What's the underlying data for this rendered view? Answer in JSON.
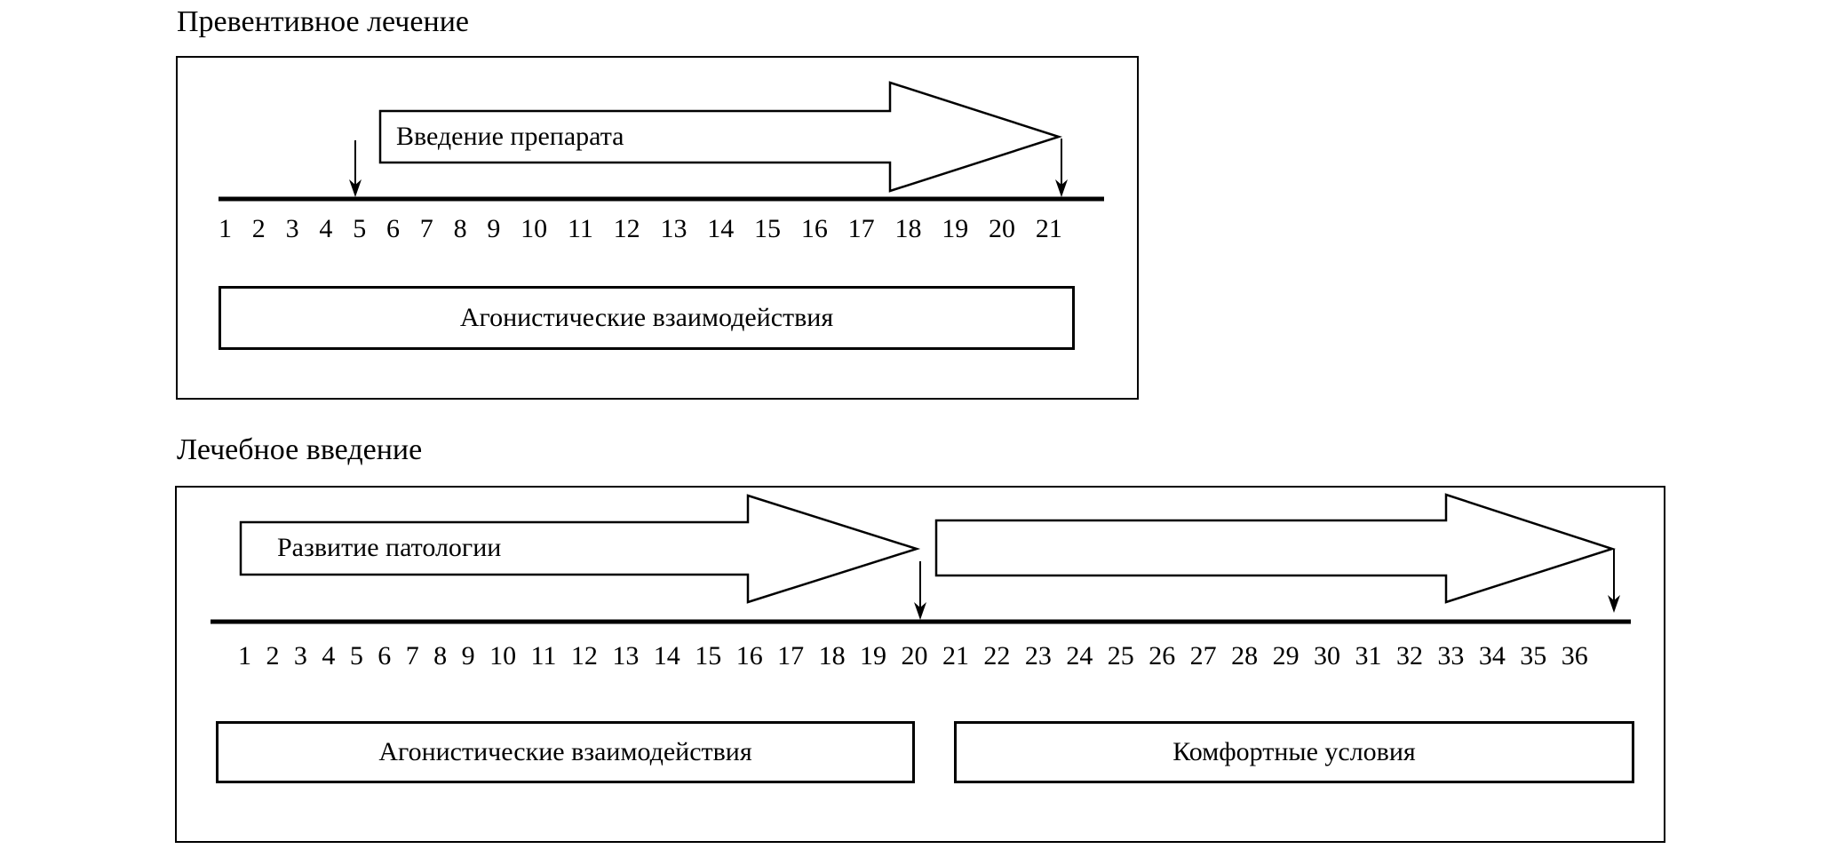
{
  "colors": {
    "ink": "#000000",
    "paper": "#ffffff"
  },
  "panel1": {
    "title": "Превентивное лечение",
    "arrow_label": "Введение препарата",
    "ticks": [
      "1",
      "2",
      "3",
      "4",
      "5",
      "6",
      "7",
      "8",
      "9",
      "10",
      "11",
      "12",
      "13",
      "14",
      "15",
      "16",
      "17",
      "18",
      "19",
      "20",
      "21"
    ],
    "box_label": "Агонистические взаимодействия",
    "marker_start_tick": "5",
    "marker_end_tick": "21"
  },
  "panel2": {
    "title": "Лечебное введение",
    "arrow_label": "Развитие патологии",
    "ticks": [
      "1",
      "2",
      "3",
      "4",
      "5",
      "6",
      "7",
      "8",
      "9",
      "10",
      "11",
      "12",
      "13",
      "14",
      "15",
      "16",
      "17",
      "18",
      "19",
      "20",
      "21",
      "22",
      "23",
      "24",
      "25",
      "26",
      "27",
      "28",
      "29",
      "30",
      "31",
      "32",
      "33",
      "34",
      "35",
      "36"
    ],
    "box_left_label": "Агонистические взаимодействия",
    "box_right_label": "Комфортные условия",
    "marker_mid_tick": "20",
    "marker_end_tick": "36"
  }
}
